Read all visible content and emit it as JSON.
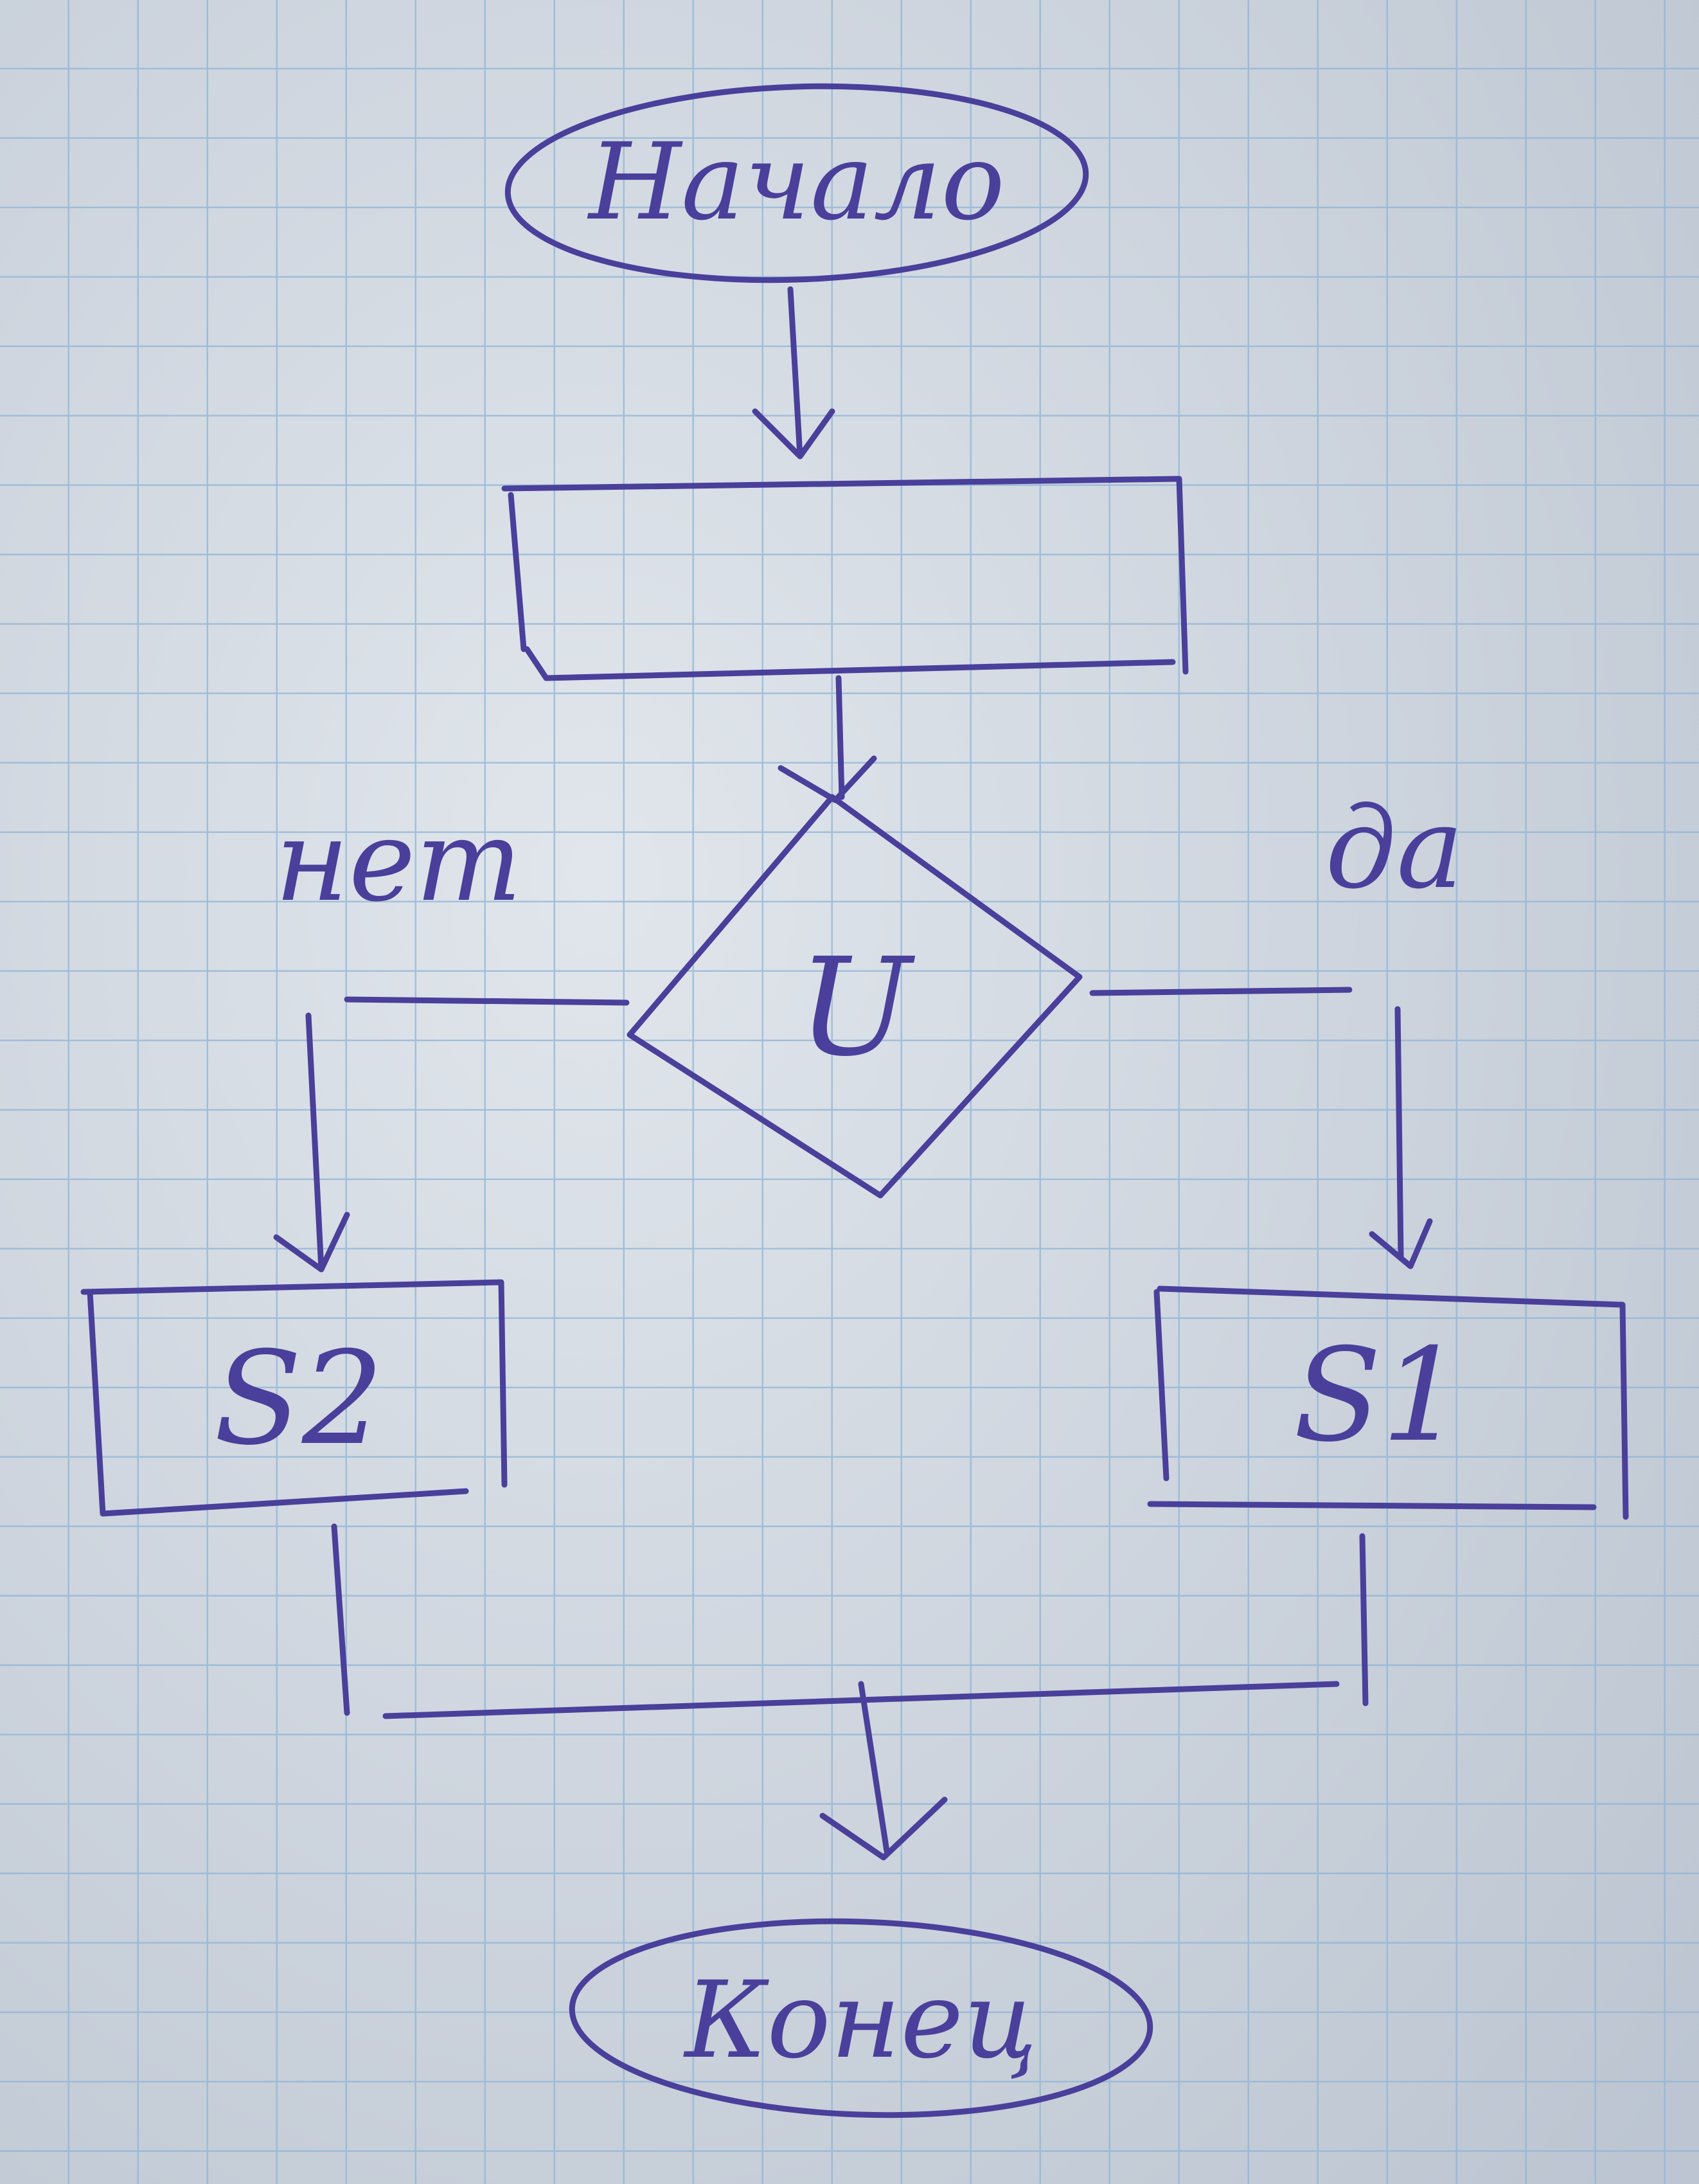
{
  "colors": {
    "paper": "#d6dde6",
    "paper_shade": "#c6ced9",
    "grid": "#8fb4d6",
    "ink": "#4a3f9a"
  },
  "flowchart": {
    "start_label": "Начало",
    "process_label": "",
    "condition_label": "U",
    "branch_no_label": "нет",
    "branch_yes_label": "да",
    "left_action_label": "S2",
    "right_action_label": "S1",
    "end_label": "Конец"
  }
}
